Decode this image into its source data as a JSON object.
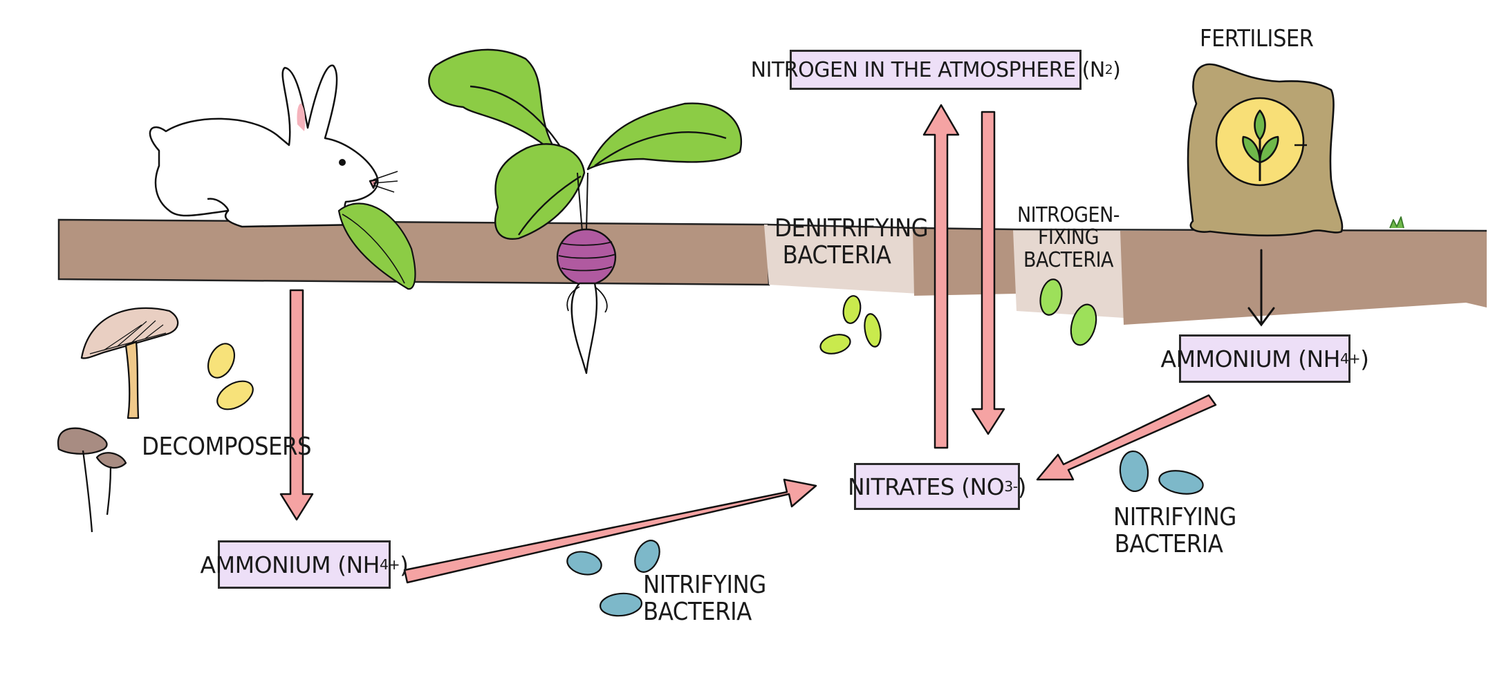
{
  "labels": {
    "fertiliser": "FERTILISER",
    "decomposers": "DECOMPOSERS",
    "denitrifying": [
      "DENITRIFYING",
      "BACTERIA"
    ],
    "nitrogen_fixing": [
      "NITROGEN-FIXING",
      "BACTERIA"
    ],
    "nitrifying_bottom": [
      "NITRIFYING",
      "BACTERIA"
    ],
    "nitrifying_right": [
      "NITRIFYING",
      "BACTERIA"
    ]
  },
  "boxes": {
    "atmosphere": {
      "text": "NITROGEN IN THE  ATMOSPHERE (N",
      "sub": "2",
      "tail": ")"
    },
    "ammonium_right": {
      "text": "AMMONIUM (NH",
      "sub": "4",
      "sup": "+",
      "tail": ")"
    },
    "nitrates": {
      "text": "NITRATES (NO",
      "sub": "3",
      "sup": "-",
      "tail": ")"
    },
    "ammonium_left": {
      "text": "AMMONIUM (NH",
      "sub": "4",
      "sup": "+",
      "tail": ")"
    }
  },
  "colors": {
    "soil": "#b49480",
    "soil_light": "#e6d8d0",
    "arrow_fill": "#f5a3a3",
    "box_fill": "#eddff7",
    "leaf_green": "#8ccc45",
    "bacteria_yellow": "#f7e27a",
    "bacteria_green": "#9de05a",
    "bacteria_blue": "#7db8c9",
    "sack": "#b8a473",
    "beet": "#b05aa0"
  },
  "icons": [
    "rabbit-icon",
    "radish-plant-icon",
    "mushroom-icon",
    "fertiliser-sack-icon",
    "bacteria-icon"
  ]
}
